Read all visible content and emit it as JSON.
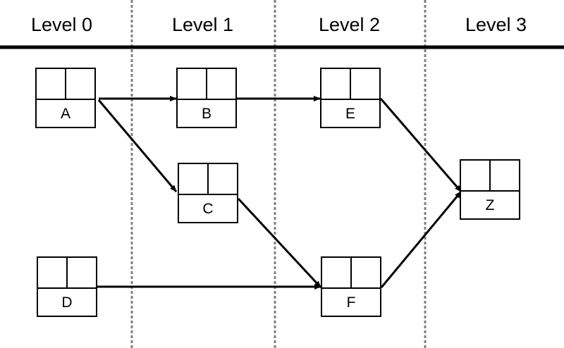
{
  "levels": [
    {
      "label": "Level 0"
    },
    {
      "label": "Level 1"
    },
    {
      "label": "Level 2"
    },
    {
      "label": "Level 3"
    }
  ],
  "nodes": {
    "A": {
      "label": "A",
      "level": 0
    },
    "B": {
      "label": "B",
      "level": 1
    },
    "C": {
      "label": "C",
      "level": 1
    },
    "D": {
      "label": "D",
      "level": 0
    },
    "E": {
      "label": "E",
      "level": 2
    },
    "F": {
      "label": "F",
      "level": 2
    },
    "Z": {
      "label": "Z",
      "level": 3
    }
  },
  "edges": [
    {
      "from": "A",
      "to": "B"
    },
    {
      "from": "A",
      "to": "C"
    },
    {
      "from": "B",
      "to": "E"
    },
    {
      "from": "C",
      "to": "F"
    },
    {
      "from": "D",
      "to": "F"
    },
    {
      "from": "E",
      "to": "Z"
    },
    {
      "from": "F",
      "to": "Z"
    }
  ],
  "colors": {
    "line": "#000000",
    "separator": "#808080"
  }
}
